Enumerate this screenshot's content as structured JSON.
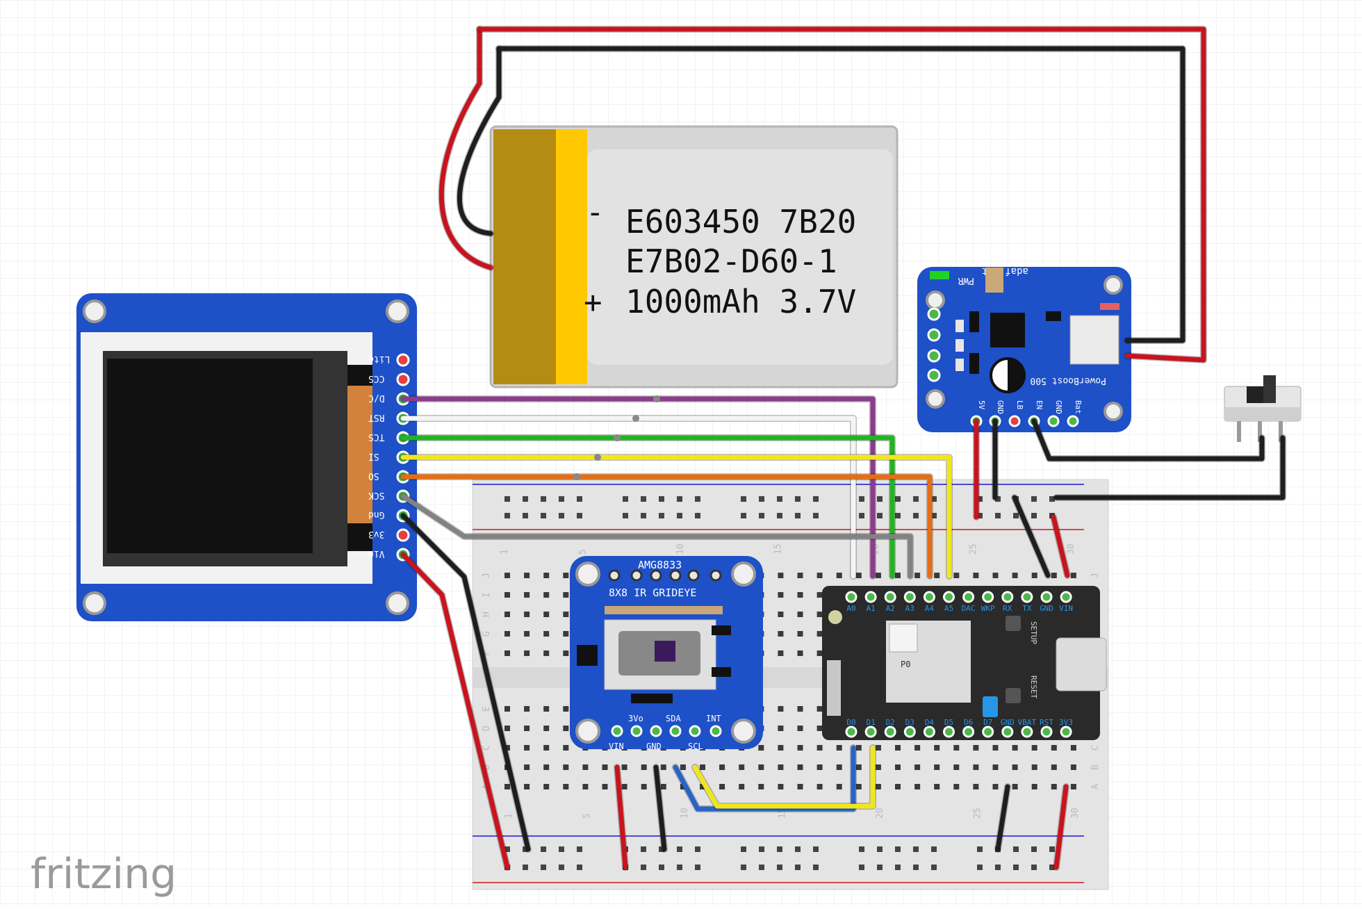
{
  "app": {
    "watermark": "fritzing"
  },
  "battery": {
    "line1": "E603450 7B20",
    "line2": "E7B02-D60-1",
    "line3": "1000mAh 3.7V",
    "plus": "+",
    "minus": "-"
  },
  "tft": {
    "pins": [
      "Lite",
      "CCS",
      "D/C",
      "RST",
      "TCS",
      "SI",
      "SO",
      "SCK",
      "Gnd",
      "3v3",
      "Vin"
    ]
  },
  "powerboost": {
    "brand": "adafruit",
    "pwr": "PWR",
    "model": "PowerBoost 500",
    "pins": [
      "5V",
      "GND",
      "LB",
      "EN",
      "GND",
      "Bat"
    ]
  },
  "amg": {
    "title": "AMG8833",
    "subtitle": "8X8 IR GRIDEYE",
    "top_pins": [
      "3Vo",
      "SDA",
      "INT"
    ],
    "bottom_pins": [
      "VIN",
      "GND",
      "SCL"
    ]
  },
  "photon": {
    "top_pins": [
      "A0",
      "A1",
      "A2",
      "A3",
      "A4",
      "A5",
      "DAC",
      "WKP",
      "RX",
      "TX",
      "GND",
      "VIN"
    ],
    "bottom_pins": [
      "D0",
      "D1",
      "D2",
      "D3",
      "D4",
      "D5",
      "D6",
      "D7",
      "GND",
      "VBAT",
      "RST",
      "3V3"
    ],
    "setup": "SETUP",
    "reset": "RESET",
    "module": "P0"
  },
  "breadboard": {
    "col_labels": [
      "1",
      "5",
      "10",
      "15",
      "20",
      "25",
      "30"
    ],
    "row_labels_top": [
      "J",
      "I",
      "H",
      "G",
      "F"
    ],
    "row_labels_bottom": [
      "E",
      "D",
      "C",
      "B",
      "A"
    ]
  },
  "colors": {
    "red": "#c8141e",
    "black": "#1e1e1e",
    "purple": "#8c3c8c",
    "white": "#f4f4f4",
    "green": "#22b422",
    "yellow": "#f0e61e",
    "orange": "#e66e14",
    "gray": "#828282",
    "blue": "#2864c8",
    "board_blue": "#1e50c8",
    "battery_gold": "#b48c14",
    "battery_yellow": "#ffc800"
  }
}
